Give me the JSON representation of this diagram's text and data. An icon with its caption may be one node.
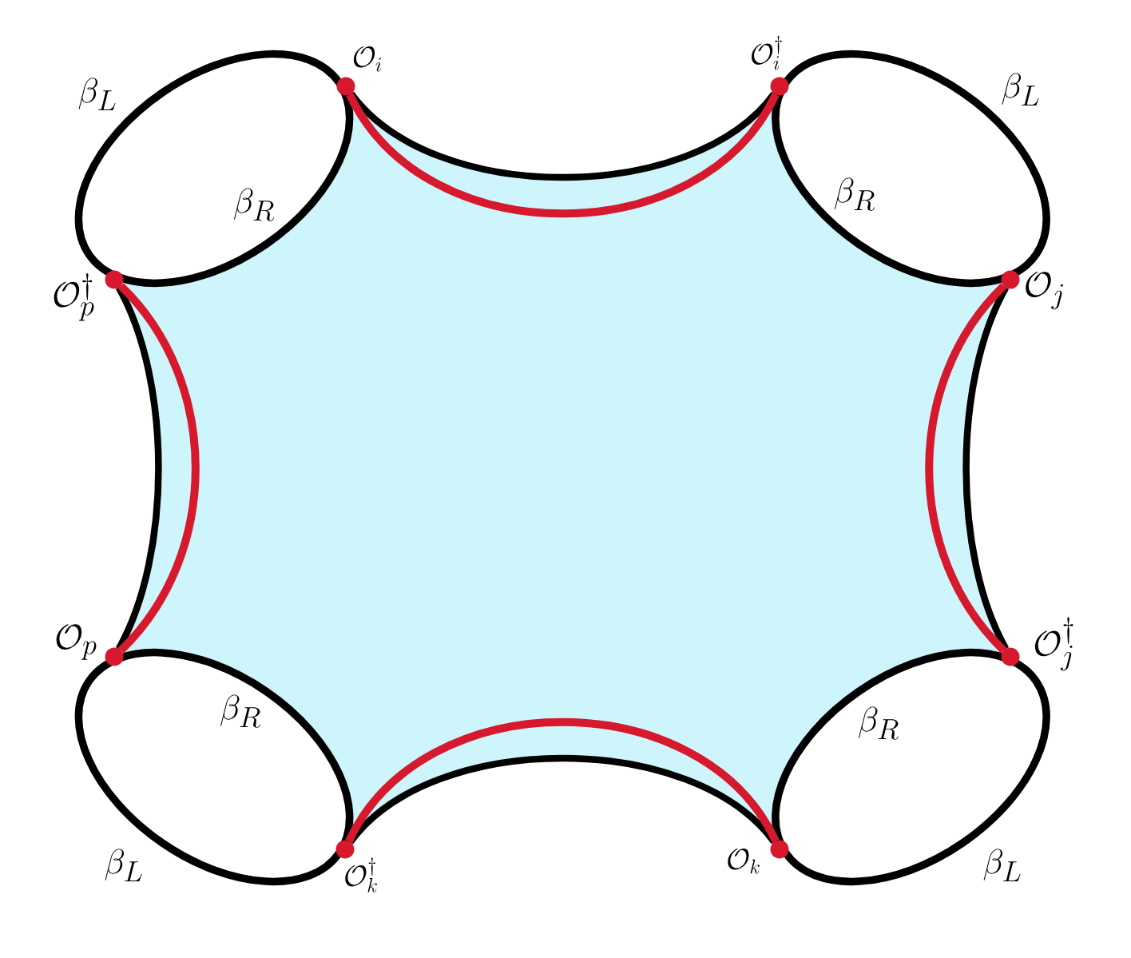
{
  "diagram": {
    "nodes": [
      {
        "text": [
          "\\beta_R"
        ],
        "beside": [
          "\\beta_L"
        ]
      },
      {
        "text": [
          "\\beta_R"
        ],
        "beside": [
          "\\beta_L"
        ]
      },
      {
        "text": [
          "\\beta_R"
        ],
        "beside": [
          "\\beta_L"
        ]
      },
      {
        "text": [
          "\\beta_R"
        ],
        "beside": [
          "\\beta_L"
        ]
      },
      {
        "text": [],
        "shape": "circle",
        "beside": [
          "\\mathcal{O}_i"
        ]
      },
      {
        "text": [],
        "shape": "circle",
        "beside": [
          "\\mathcal{O}_i^\\dagger"
        ]
      },
      {
        "text": [],
        "shape": "circle"
      },
      {
        "text": [],
        "shape": "circle",
        "beside": [
          "\\mathcal{O}_j"
        ]
      },
      {
        "text": [],
        "shape": "circle",
        "beside": [
          "\\mathcal{O}_p"
        ]
      },
      {
        "text": [],
        "shape": "circle"
      },
      {
        "text": [],
        "shape": "circle",
        "beside": [
          "\\mathcal{O}_k^\\dagger"
        ]
      },
      {
        "text": [],
        "shape": "circle",
        "beside": [
          "\\mathcal{O}_k"
        ]
      }
    ],
    "edges": [
      {
        "from": 4,
        "to": 5,
        "arrow": "none"
      },
      {
        "from": 4,
        "to": 5,
        "arrow": "none",
        "color": "#d7192e"
      },
      {
        "from": 6,
        "to": 8,
        "arrow": "none"
      },
      {
        "from": 6,
        "to": 8,
        "arrow": "none",
        "color": "#d7192e"
      },
      {
        "from": 7,
        "to": 9,
        "arrow": "none"
      },
      {
        "from": 7,
        "to": 9,
        "arrow": "none",
        "color": "#d7192e"
      },
      {
        "from": 10,
        "to": 11,
        "arrow": "none"
      },
      {
        "from": 10,
        "to": 11,
        "arrow": "none",
        "color": "#d7192e"
      }
    ],
    "labels": [
      "\\mathcal{O}_p^\\dagger",
      "\\mathcal{O}_j^\\dagger"
    ]
  }
}
